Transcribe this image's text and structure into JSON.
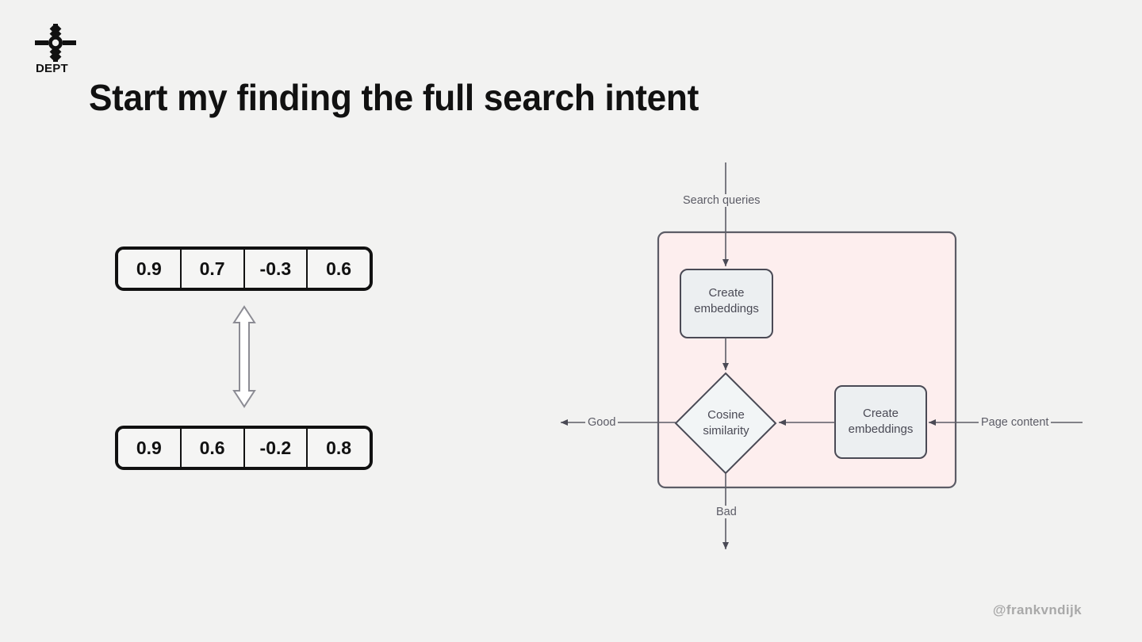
{
  "slide": {
    "background_color": "#f2f2f1",
    "title": "Start my finding the full search intent",
    "handle": "@frankvndijk"
  },
  "logo": {
    "wordmark": "DEPT",
    "icon": "dept-asterisk-icon",
    "color": "#111111"
  },
  "vectors": {
    "top": {
      "label": "embedding-vector-a",
      "values": [
        "0.9",
        "0.7",
        "-0.3",
        "0.6"
      ]
    },
    "bottom": {
      "label": "embedding-vector-b",
      "values": [
        "0.9",
        "0.6",
        "-0.2",
        "0.8"
      ]
    },
    "comparison_arrow": "double-headed-vertical-arrow"
  },
  "flowchart": {
    "container": {
      "fill_color": "#fdeeee",
      "border_color": "#5c5c66"
    },
    "nodes": [
      {
        "id": "create-embeddings-queries",
        "line1": "Create",
        "line2": "embeddings",
        "shape": "rounded-rect",
        "fill_color": "#eceff1"
      },
      {
        "id": "cosine-similarity",
        "line1": "Cosine",
        "line2": "similarity",
        "shape": "diamond",
        "fill_color": "#f2f5f6"
      },
      {
        "id": "create-embeddings-content",
        "line1": "Create",
        "line2": "embeddings",
        "shape": "rounded-rect",
        "fill_color": "#eceff1"
      }
    ],
    "edge_labels": [
      {
        "id": "search-queries",
        "text": "Search queries"
      },
      {
        "id": "good",
        "text": "Good"
      },
      {
        "id": "bad",
        "text": "Bad"
      },
      {
        "id": "page-content",
        "text": "Page content"
      }
    ]
  }
}
